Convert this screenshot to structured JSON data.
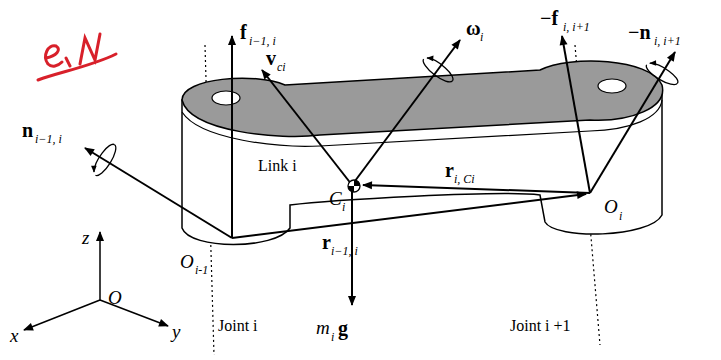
{
  "diagram": {
    "labels": [
      "n",
      "i−1, i",
      "f",
      "i−1, i",
      "ω",
      "i",
      "v",
      "ci",
      "−f",
      "i, i+1",
      "−n",
      "i, i+1",
      "Link i",
      "C",
      "i",
      "r",
      "i, Ci",
      "r",
      "i−1, i",
      "O",
      "i-1",
      "O",
      "i",
      "m",
      "i",
      "g",
      "z",
      "O",
      "x",
      "y",
      "Joint i",
      "Joint i +1"
    ]
  }
}
